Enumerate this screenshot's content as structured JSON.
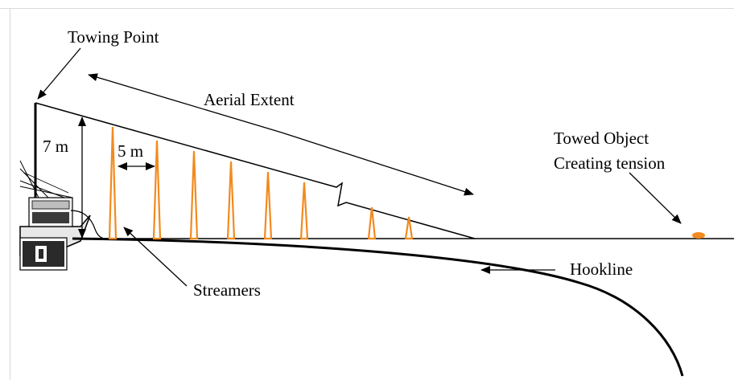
{
  "labels": {
    "towing_point": "Towing Point",
    "aerial_extent": "Aerial Extent",
    "height": "7 m",
    "spacing": "5 m",
    "towed_object_line1": "Towed Object",
    "towed_object_line2": "Creating tension",
    "hookline": "Hookline",
    "streamers": "Streamers"
  },
  "colors": {
    "streamer": "#f28a1e",
    "towed_object": "#f28a1e",
    "lines": "#000000",
    "frame": "#d9d9d9"
  }
}
